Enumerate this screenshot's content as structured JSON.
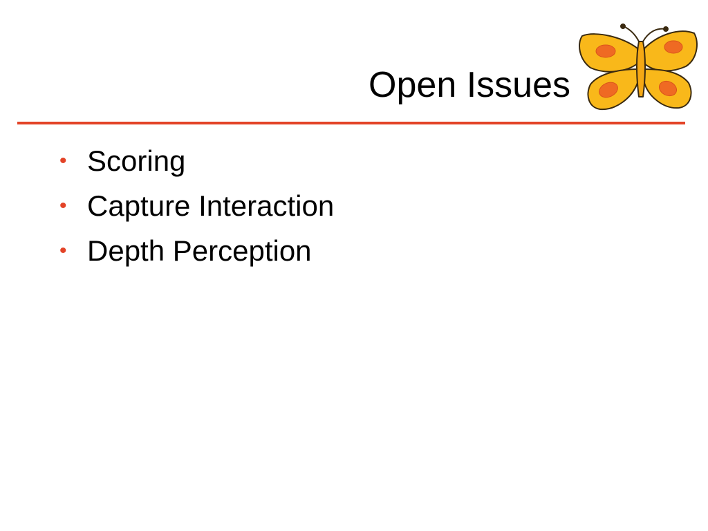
{
  "slide": {
    "title": "Open Issues",
    "bullet_glyph": "•",
    "bullets": [
      {
        "text": "Scoring"
      },
      {
        "text": "Capture Interaction"
      },
      {
        "text": "Depth Perception"
      }
    ]
  },
  "logo": {
    "icon": "butterfly-icon"
  },
  "colors": {
    "accent": "#e34327",
    "text": "#000000",
    "background": "#ffffff",
    "butterfly_wing": "#f9b81a",
    "butterfly_spot": "#ef6a23",
    "butterfly_outline": "#3a2a10"
  }
}
